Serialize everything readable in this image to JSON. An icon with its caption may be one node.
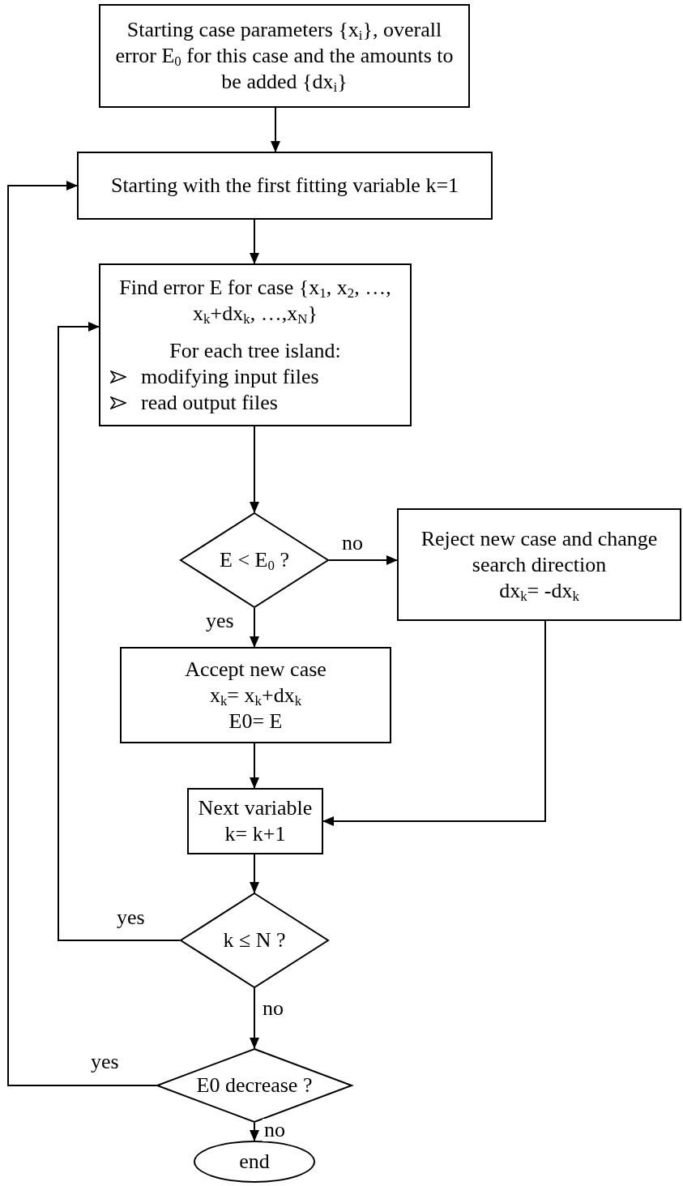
{
  "diagram": {
    "nodes": [
      {
        "text": [
          "Starting case parameters {x$_{i}$}, overall error E$_{0}$ for this case and the amounts to be added {dx$_{i}$}"
        ]
      },
      {
        "text": [
          "Starting with the first fitting variable k=1"
        ]
      },
      {
        "text": [
          "Find error E for case {x$_{1}$, x$_{2}$, …, x$_{k}$+dx$_{k}$, …,x$_{N}$}",
          "For each tree island:",
          "modifying input files",
          "read output files"
        ]
      },
      {
        "text": [
          "E < E$_{0}$ ?"
        ]
      },
      {
        "text": [
          "Reject new case and change search direction",
          "dx$_{k}$= -dx$_{k}$"
        ]
      },
      {
        "text": [
          "Accept new case",
          "x$_{k}$= x$_{k}$+dx$_{k}$",
          "E0= E"
        ]
      },
      {
        "text": [
          "Next variable",
          "k= k+1"
        ]
      },
      {
        "text": [
          "k ≤ N ?"
        ]
      },
      {
        "text": [
          "E0 decrease ?"
        ]
      },
      {
        "text": [
          "end"
        ]
      }
    ],
    "edges": [
      {
        "from": 0,
        "to": 1,
        "arrow": "to"
      },
      {
        "from": 1,
        "to": 2,
        "arrow": "to"
      },
      {
        "from": 2,
        "to": 3,
        "arrow": "to"
      },
      {
        "from": 3,
        "to": 4,
        "arrow": "to",
        "label": "no"
      },
      {
        "from": 3,
        "to": 5,
        "arrow": "to",
        "label": "yes"
      },
      {
        "from": 5,
        "to": 6,
        "arrow": "to"
      },
      {
        "from": 4,
        "to": 6,
        "arrow": "to"
      },
      {
        "from": 6,
        "to": 7,
        "arrow": "to"
      },
      {
        "from": 7,
        "to": 2,
        "arrow": "to",
        "label": "yes"
      },
      {
        "from": 7,
        "to": 8,
        "arrow": "to",
        "label": "no"
      },
      {
        "from": 8,
        "to": 1,
        "arrow": "to",
        "label": "yes"
      },
      {
        "from": 8,
        "to": 9,
        "arrow": "to",
        "label": "no"
      }
    ]
  }
}
